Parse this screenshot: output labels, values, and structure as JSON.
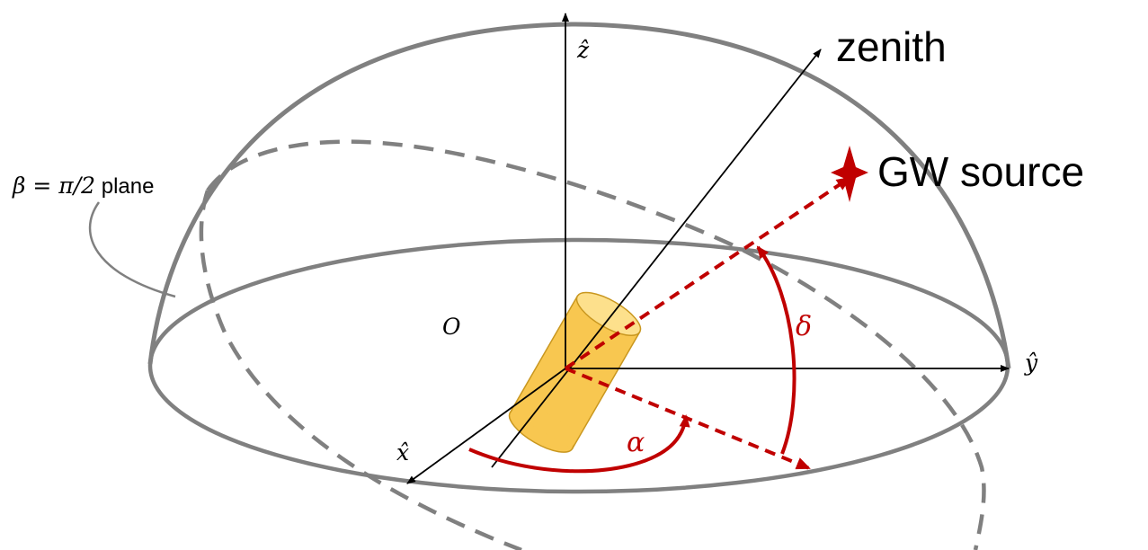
{
  "labels": {
    "zenith": "zenith",
    "gw_source": "GW source",
    "plane_prefix": "β = π/2",
    "plane_suffix": " plane",
    "origin": "O",
    "z_axis": "ẑ",
    "y_axis": "ŷ",
    "x_axis": "x̂",
    "alpha": "α",
    "delta": "δ"
  },
  "colors": {
    "hemisphere": "#808080",
    "axes": "#000000",
    "angles": "#c00000",
    "detector_fill": "#f8c750",
    "detector_top": "#fde08c",
    "detector_stroke": "#c9971f"
  },
  "icons": {
    "source_marker": "four-point-star-icon",
    "detector": "cylinder-icon"
  }
}
